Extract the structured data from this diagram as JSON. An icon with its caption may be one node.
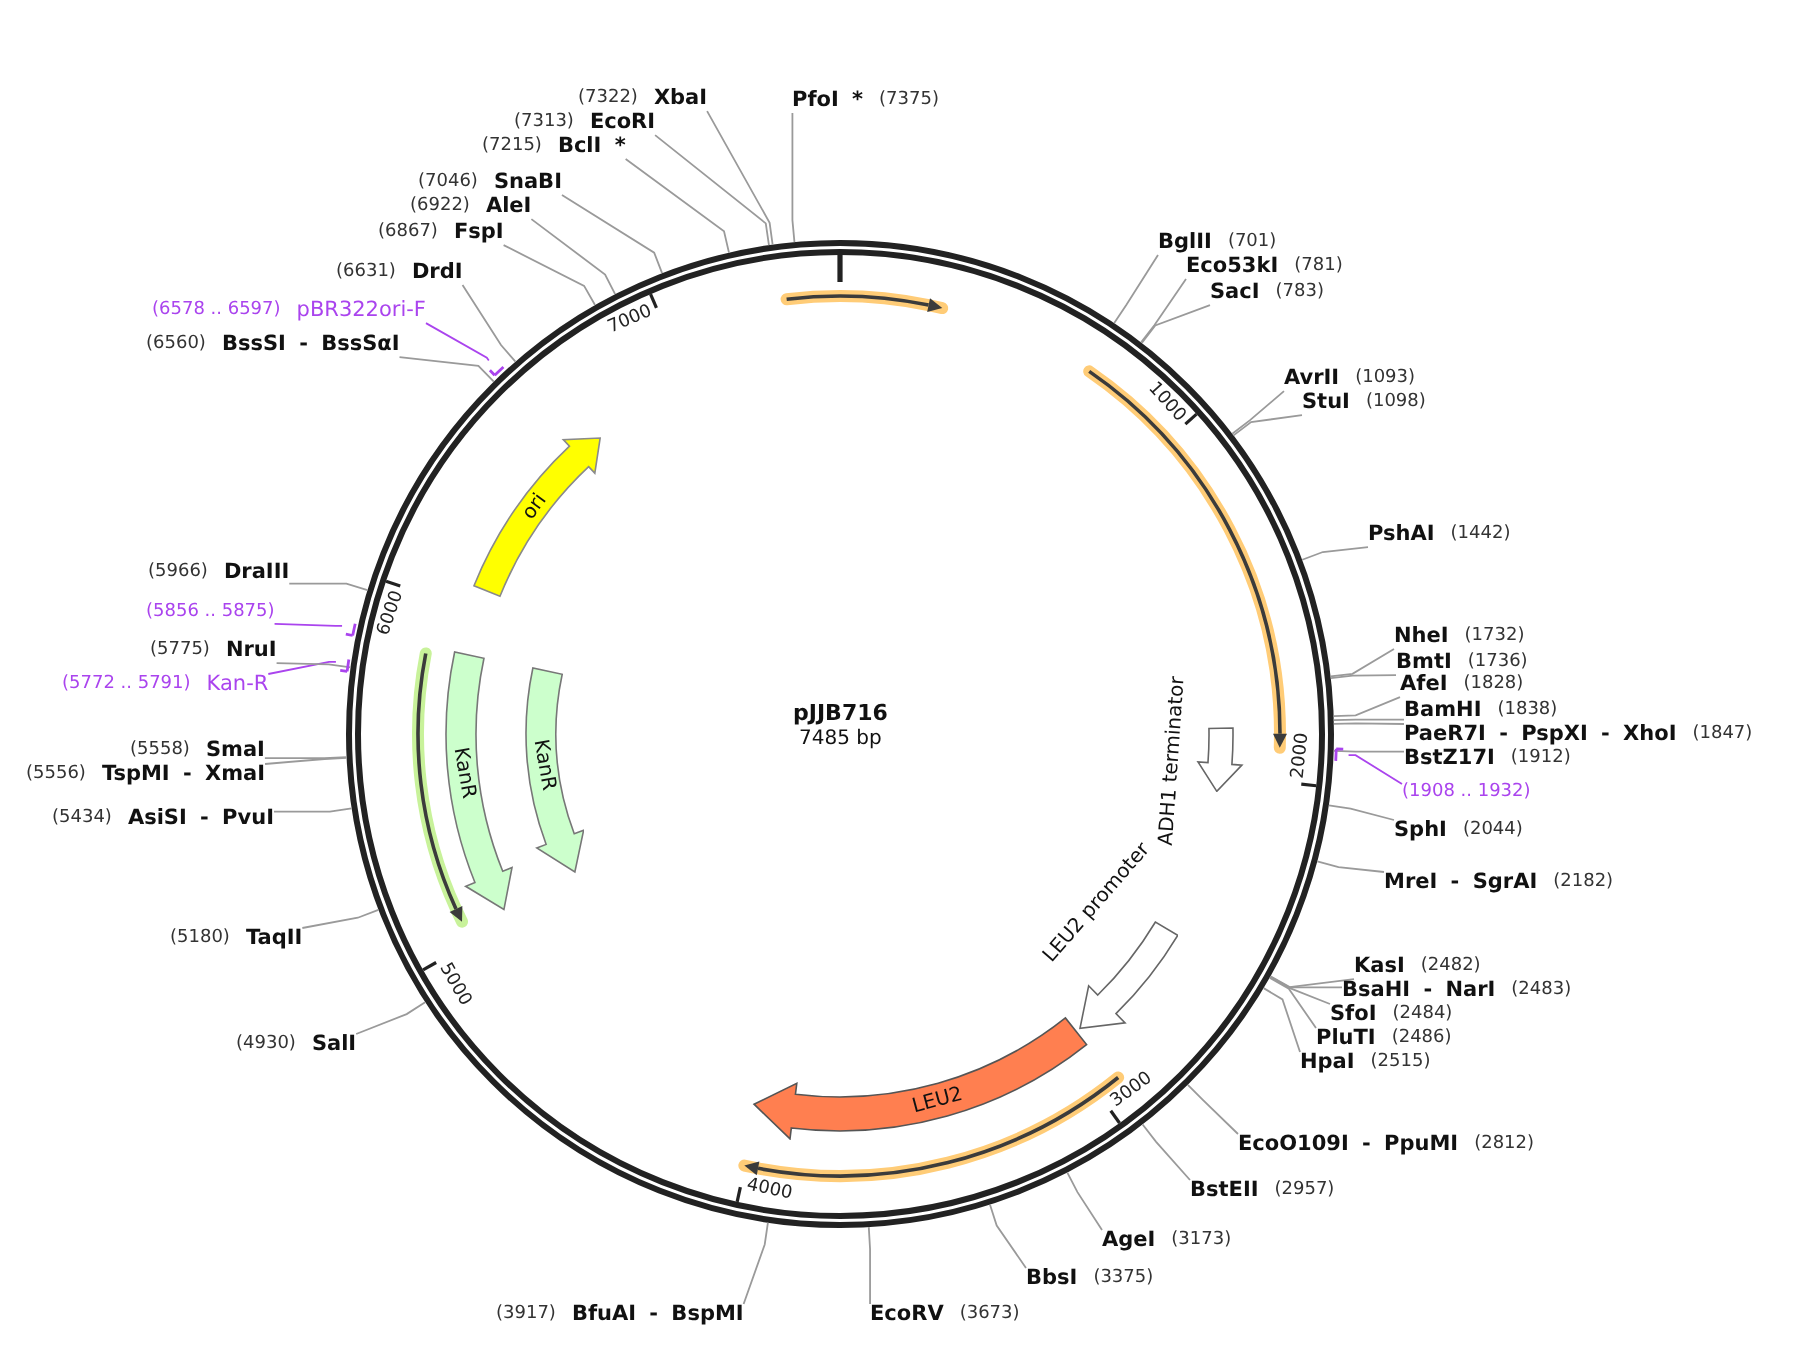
{
  "diagram": {
    "nodes": [
      {
        "text": [
          "pJJB716",
          "7485 bp"
        ]
      },
      {
        "text": [
          "ori"
        ],
        "in": 0
      },
      {
        "text": [
          "KanR"
        ],
        "in": 0
      },
      {
        "text": [
          "KanR"
        ],
        "in": 0
      },
      {
        "text": [
          "ADH1 terminator"
        ],
        "in": 0
      },
      {
        "text": [
          "LEU2 promoter"
        ],
        "in": 0
      },
      {
        "text": [
          "LEU2"
        ],
        "in": 0
      },
      {
        "text": [
          "PfoI *"
        ],
        "beside": [
          "(7375)"
        ]
      },
      {
        "text": [
          "BglII"
        ],
        "beside": [
          "(701)"
        ]
      },
      {
        "text": [
          "Eco53kI"
        ],
        "beside": [
          "(781)"
        ]
      },
      {
        "text": [
          "SacI"
        ],
        "beside": [
          "(783)"
        ]
      },
      {
        "text": [
          "AvrII"
        ],
        "beside": [
          "(1093)"
        ]
      },
      {
        "text": [
          "StuI"
        ],
        "beside": [
          "(1098)"
        ]
      },
      {
        "text": [
          "PshAI"
        ],
        "beside": [
          "(1442)"
        ]
      },
      {
        "text": [
          "NheI"
        ],
        "beside": [
          "(1732)"
        ]
      },
      {
        "text": [
          "BmtI"
        ],
        "beside": [
          "(1736)"
        ]
      },
      {
        "text": [
          "AfeI"
        ],
        "beside": [
          "(1828)"
        ]
      },
      {
        "text": [
          "BamHI"
        ],
        "beside": [
          "(1838)"
        ]
      },
      {
        "text": [
          "PaeR7I - PspXI - XhoI"
        ],
        "beside": [
          "(1847)"
        ]
      },
      {
        "text": [
          "BstZ17I"
        ],
        "beside": [
          "(1912)"
        ]
      },
      {
        "text": [
          "(1908 .. 1932)"
        ]
      },
      {
        "text": [],
        "shape": "arrow"
      },
      {
        "text": [
          "SphI"
        ],
        "beside": [
          "(2044)"
        ]
      },
      {
        "text": [
          "MreI - SgrAI"
        ],
        "beside": [
          "(2182)"
        ]
      },
      {
        "text": [
          "KasI"
        ],
        "beside": [
          "(2482)"
        ]
      },
      {
        "text": [
          "BsaHI - NarI"
        ],
        "beside": [
          "(2483)"
        ]
      },
      {
        "text": [
          "SfoI"
        ],
        "beside": [
          "(2484)"
        ]
      },
      {
        "text": [
          "PluTI"
        ],
        "beside": [
          "(2486)"
        ]
      },
      {
        "text": [
          "HpaI"
        ],
        "beside": [
          "(2515)"
        ]
      },
      {
        "text": [
          "EcoO109I - PpuMI"
        ],
        "beside": [
          "(2812)"
        ]
      },
      {
        "text": [
          "BstEII"
        ],
        "beside": [
          "(2957)"
        ]
      },
      {
        "text": [
          "AgeI"
        ],
        "beside": [
          "(3173)"
        ]
      },
      {
        "text": [
          "BbsI"
        ],
        "beside": [
          "(3375)"
        ]
      },
      {
        "text": [
          "EcoRV"
        ],
        "beside": [
          "(3673)"
        ]
      },
      {
        "text": [
          "BfuAI - BspMI"
        ],
        "beside": [
          "(3917)"
        ]
      },
      {
        "text": [
          "SalI"
        ],
        "beside": [
          "(4930)"
        ]
      },
      {
        "text": [
          "TaqII"
        ],
        "beside": [
          "(5180)"
        ]
      },
      {
        "text": [
          "AsiSI - PvuI"
        ],
        "beside": [
          "(5434)"
        ]
      },
      {
        "text": [
          "TspMI - XmaI"
        ],
        "beside": [
          "(5556)"
        ]
      },
      {
        "text": [
          "SmaI"
        ],
        "beside": [
          "(5558)"
        ]
      },
      {
        "text": [
          "Kan-R"
        ],
        "beside": [
          "(5772 .. 5791)"
        ]
      },
      {
        "text": [],
        "shape": "arrow"
      },
      {
        "text": [
          "NruI"
        ],
        "beside": [
          "(5775)"
        ]
      },
      {
        "text": [
          "(5856 .. 5875)"
        ]
      },
      {
        "text": [],
        "shape": "arrow"
      },
      {
        "text": [
          "DraIII"
        ],
        "beside": [
          "(5966)"
        ]
      },
      {
        "text": [
          "BssSI - BssSαI"
        ],
        "beside": [
          "(6560)"
        ]
      },
      {
        "text": [
          "pBR322ori-F"
        ],
        "beside": [
          "(6578 .. 6597)"
        ]
      },
      {
        "text": [],
        "shape": "arrow"
      },
      {
        "text": [
          "DrdI"
        ],
        "beside": [
          "(6631)"
        ]
      },
      {
        "text": [
          "FspI"
        ],
        "beside": [
          "(6867)"
        ]
      },
      {
        "text": [
          "AleI"
        ],
        "beside": [
          "(6922)"
        ]
      },
      {
        "text": [
          "SnaBI"
        ],
        "beside": [
          "(7046)"
        ]
      },
      {
        "text": [
          "BclI *"
        ],
        "beside": [
          "(7215)"
        ]
      },
      {
        "text": [
          "EcoRI"
        ],
        "beside": [
          "(7313)"
        ]
      },
      {
        "text": [
          "XbaI"
        ],
        "beside": [
          "(7322)"
        ]
      }
    ],
    "edges": [
      {
        "from": 7,
        "to": 0,
        "arrow": "none"
      },
      {
        "from": 8,
        "to": 0,
        "arrow": "none"
      },
      {
        "from": 9,
        "to": 0,
        "arrow": "none"
      },
      {
        "from": 10,
        "to": 0,
        "arrow": "none"
      },
      {
        "from": 11,
        "to": 0,
        "arrow": "none"
      },
      {
        "from": 12,
        "to": 0,
        "arrow": "none"
      },
      {
        "from": 13,
        "to": 0,
        "arrow": "none"
      },
      {
        "from": 14,
        "to": 0,
        "arrow": "none"
      },
      {
        "from": 15,
        "to": 0,
        "arrow": "none"
      },
      {
        "from": 16,
        "to": 0,
        "arrow": "none"
      },
      {
        "from": 17,
        "to": 0,
        "arrow": "none"
      },
      {
        "from": 18,
        "to": 0,
        "arrow": "none"
      },
      {
        "from": 19,
        "to": 0,
        "arrow": "none"
      },
      {
        "from": 20,
        "to": 21,
        "arrow": "none",
        "color": "#aa44ee"
      },
      {
        "from": 22,
        "to": 0,
        "arrow": "none"
      },
      {
        "from": 23,
        "to": 0,
        "arrow": "none"
      },
      {
        "from": 24,
        "to": 0,
        "arrow": "none"
      },
      {
        "from": 25,
        "to": 0,
        "arrow": "none"
      },
      {
        "from": 26,
        "to": 0,
        "arrow": "none"
      },
      {
        "from": 27,
        "to": 0,
        "arrow": "none"
      },
      {
        "from": 28,
        "to": 0,
        "arrow": "none"
      },
      {
        "from": 29,
        "to": 0,
        "arrow": "none"
      },
      {
        "from": 30,
        "to": 0,
        "arrow": "none"
      },
      {
        "from": 31,
        "to": 0,
        "arrow": "none"
      },
      {
        "from": 32,
        "to": 0,
        "arrow": "none"
      },
      {
        "from": 33,
        "to": 0,
        "arrow": "none"
      },
      {
        "from": 34,
        "to": 0,
        "arrow": "none"
      },
      {
        "from": 35,
        "to": 0,
        "arrow": "none"
      },
      {
        "from": 36,
        "to": 0,
        "arrow": "none"
      },
      {
        "from": 37,
        "to": 0,
        "arrow": "none"
      },
      {
        "from": 38,
        "to": 0,
        "arrow": "none"
      },
      {
        "from": 39,
        "to": 0,
        "arrow": "none"
      },
      {
        "from": 40,
        "to": 41,
        "arrow": "none",
        "color": "#aa44ee"
      },
      {
        "from": 42,
        "to": 0,
        "arrow": "none"
      },
      {
        "from": 43,
        "to": 44,
        "arrow": "none",
        "color": "#aa44ee"
      },
      {
        "from": 45,
        "to": 0,
        "arrow": "none"
      },
      {
        "from": 46,
        "to": 0,
        "arrow": "none"
      },
      {
        "from": 47,
        "to": 48,
        "arrow": "none",
        "color": "#aa44ee"
      },
      {
        "from": 49,
        "to": 0,
        "arrow": "none"
      },
      {
        "from": 50,
        "to": 0,
        "arrow": "none"
      },
      {
        "from": 51,
        "to": 0,
        "arrow": "none"
      },
      {
        "from": 52,
        "to": 0,
        "arrow": "none"
      },
      {
        "from": 53,
        "to": 0,
        "arrow": "none"
      },
      {
        "from": 54,
        "to": 0,
        "arrow": "none"
      },
      {
        "from": 55,
        "to": 0,
        "arrow": "none"
      }
    ],
    "labels": [
      "1000",
      "2000",
      "3000",
      "4000",
      "5000",
      "6000",
      "7000"
    ]
  }
}
